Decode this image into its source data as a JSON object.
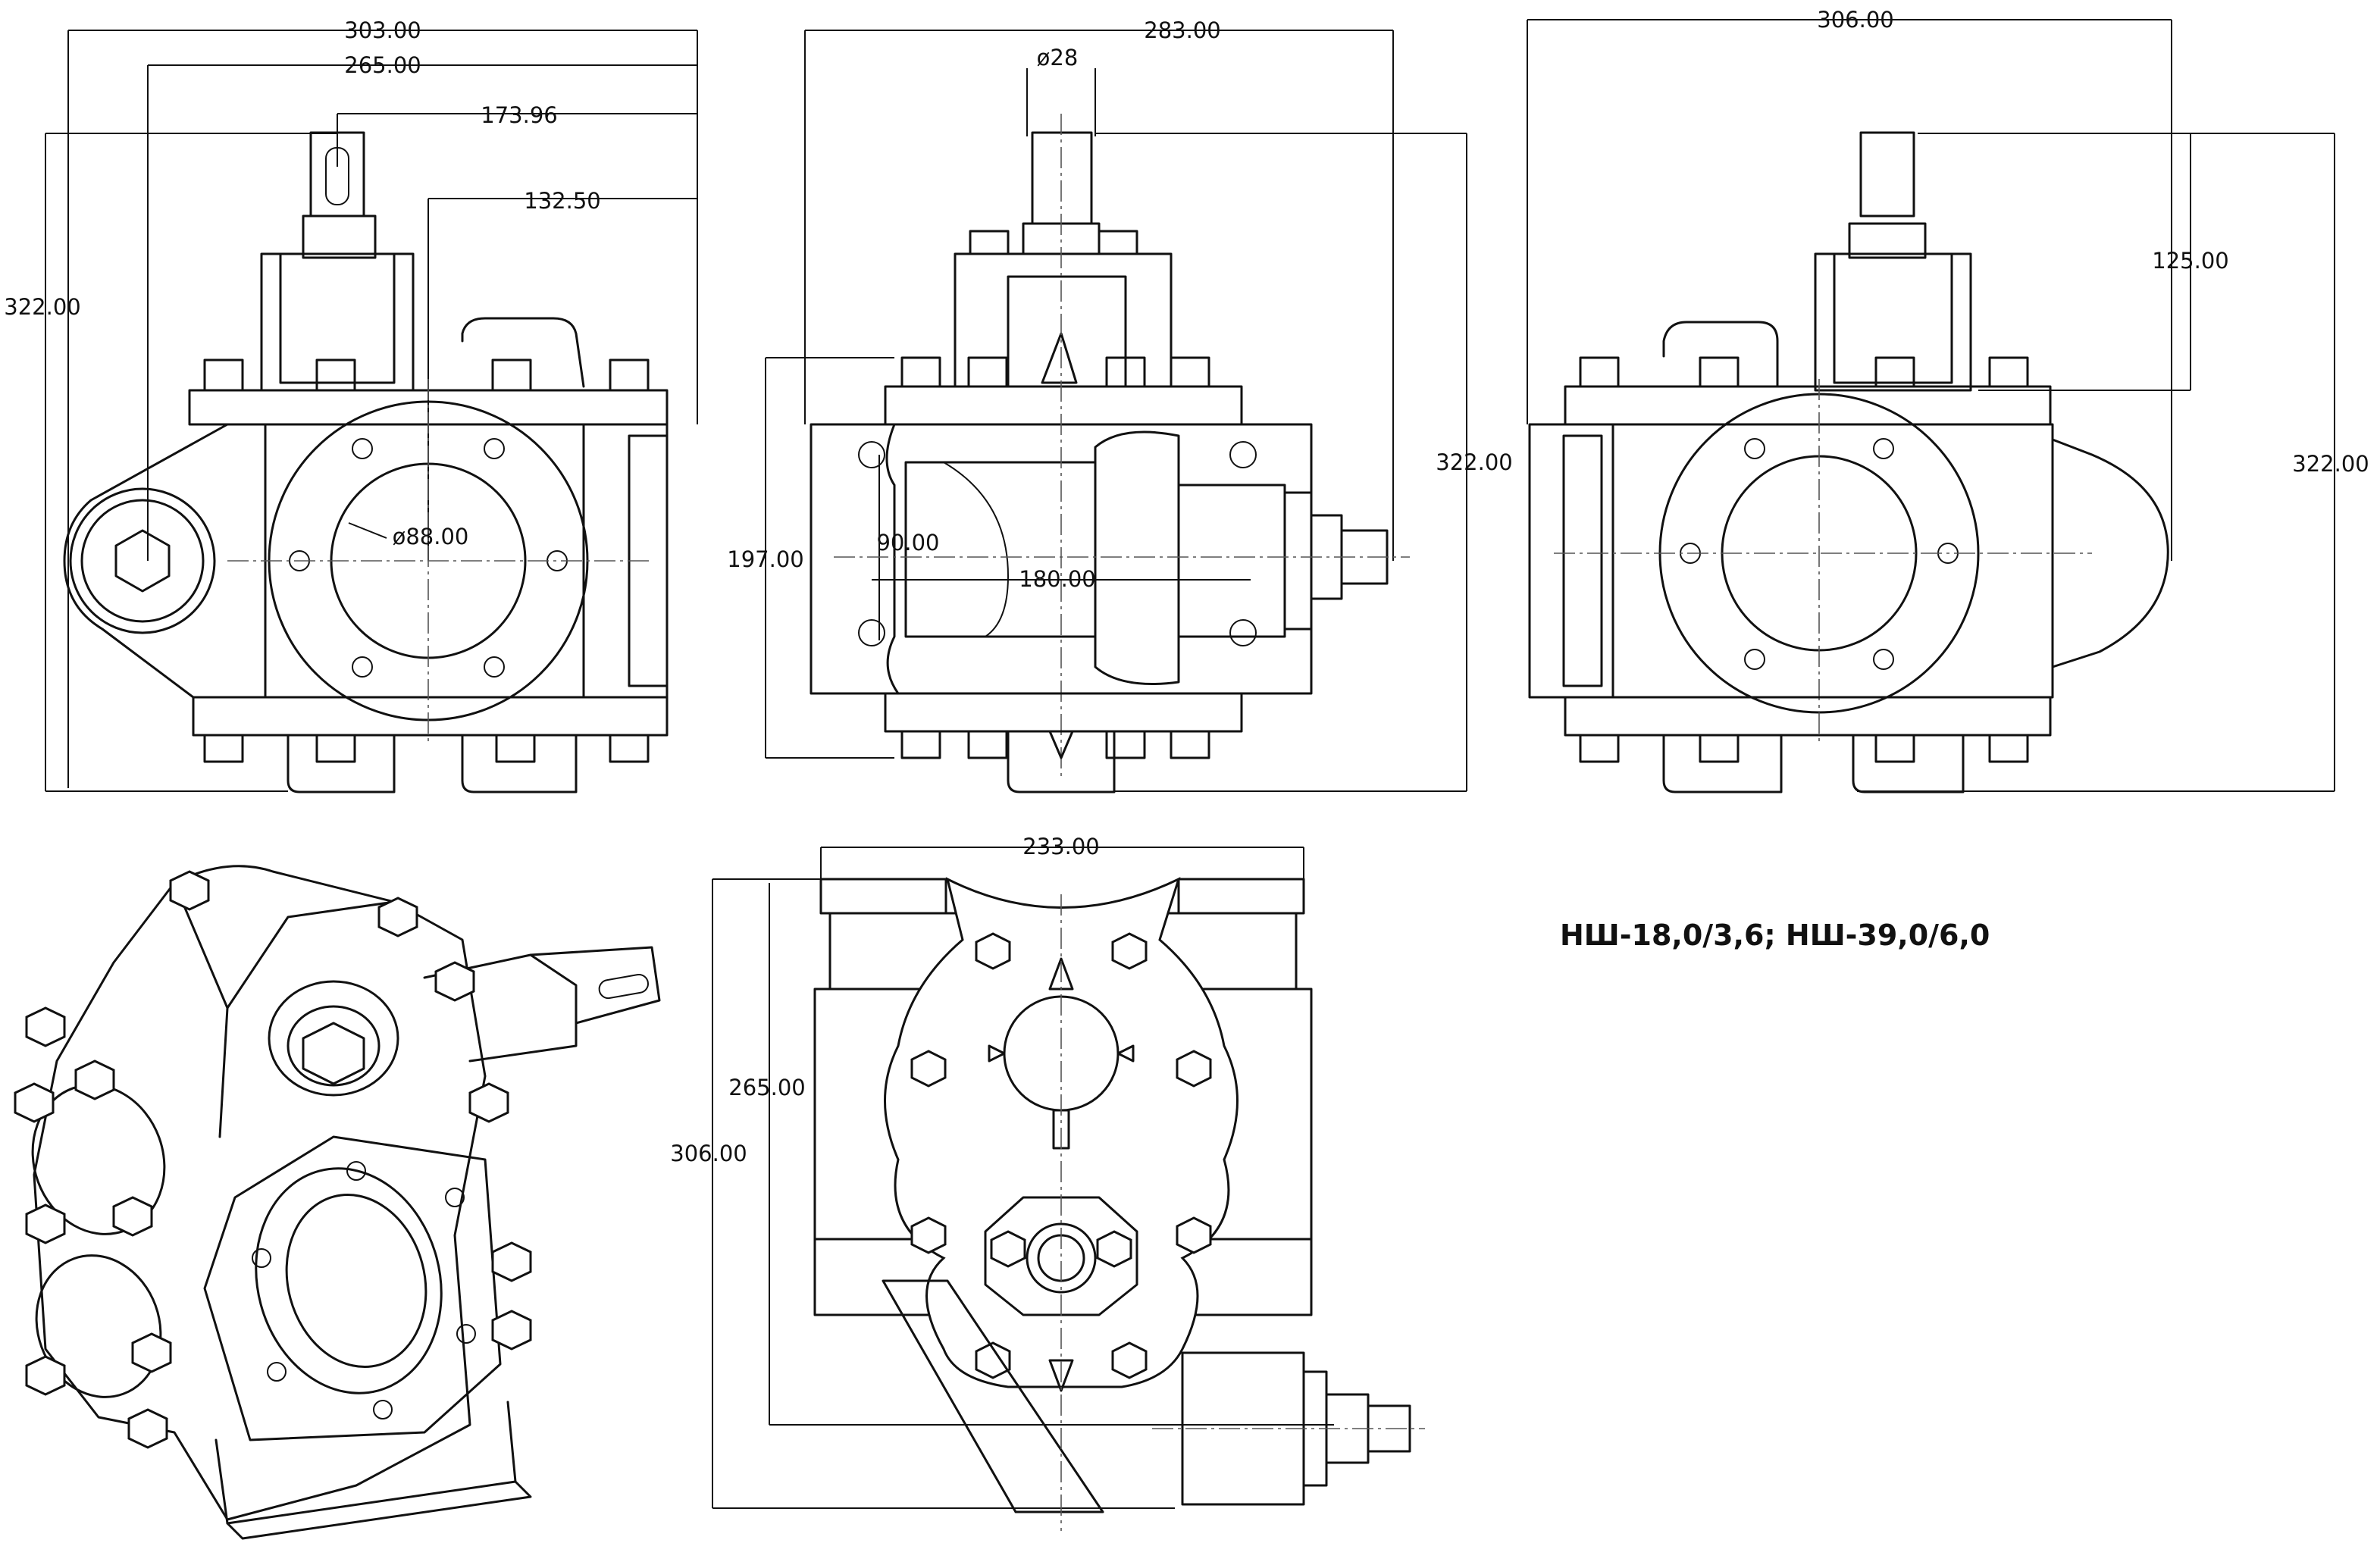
{
  "title": "НШ-18,0/3,6; НШ-39,0/6,0",
  "dimensions": {
    "front": {
      "overall_width": "303.00",
      "mid_width": "265.00",
      "shaft_offset": "173.96",
      "port_offset": "132.50",
      "height": "322.00",
      "port_diameter": "ø88.00"
    },
    "side": {
      "overall_width": "283.00",
      "shaft_diameter": "ø28",
      "height": "322.00",
      "mount_height": "197.00",
      "port_offset": "90.00",
      "length": "180.00"
    },
    "rear": {
      "overall_width": "306.00",
      "shaft_height": "125.00",
      "height": "322.00"
    },
    "bottom": {
      "width": "233.00",
      "inner_height": "265.00",
      "overall_height": "306.00"
    }
  }
}
